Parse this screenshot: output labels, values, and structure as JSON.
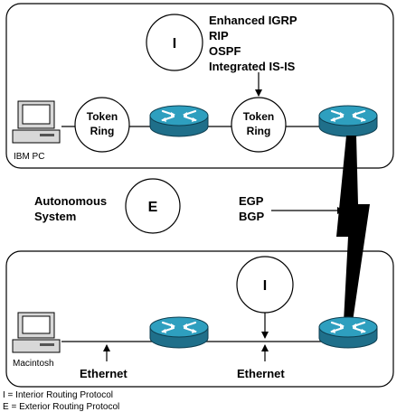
{
  "top_panel": {
    "interior_badge": "I",
    "protocols": [
      "Enhanced IGRP",
      "RIP",
      "OSPF",
      "Integrated IS-IS"
    ],
    "token_ring_1": [
      "Token",
      "Ring"
    ],
    "token_ring_2": [
      "Token",
      "Ring"
    ],
    "host_label": "IBM PC"
  },
  "middle": {
    "as_label": [
      "Autonomous",
      "System"
    ],
    "exterior_badge": "E",
    "protocols": [
      "EGP",
      "BGP"
    ]
  },
  "bottom_panel": {
    "interior_badge": "I",
    "host_label": "Macintosh",
    "ethernet_label_1": "Ethernet",
    "ethernet_label_2": "Ethernet"
  },
  "legend": {
    "interior": "I = Interior Routing Protocol",
    "exterior": "E = Exterior Routing Protocol"
  },
  "colors": {
    "router_top": "#2e9fbf",
    "router_side": "#1f6f8a",
    "panel_stroke": "#000000"
  }
}
